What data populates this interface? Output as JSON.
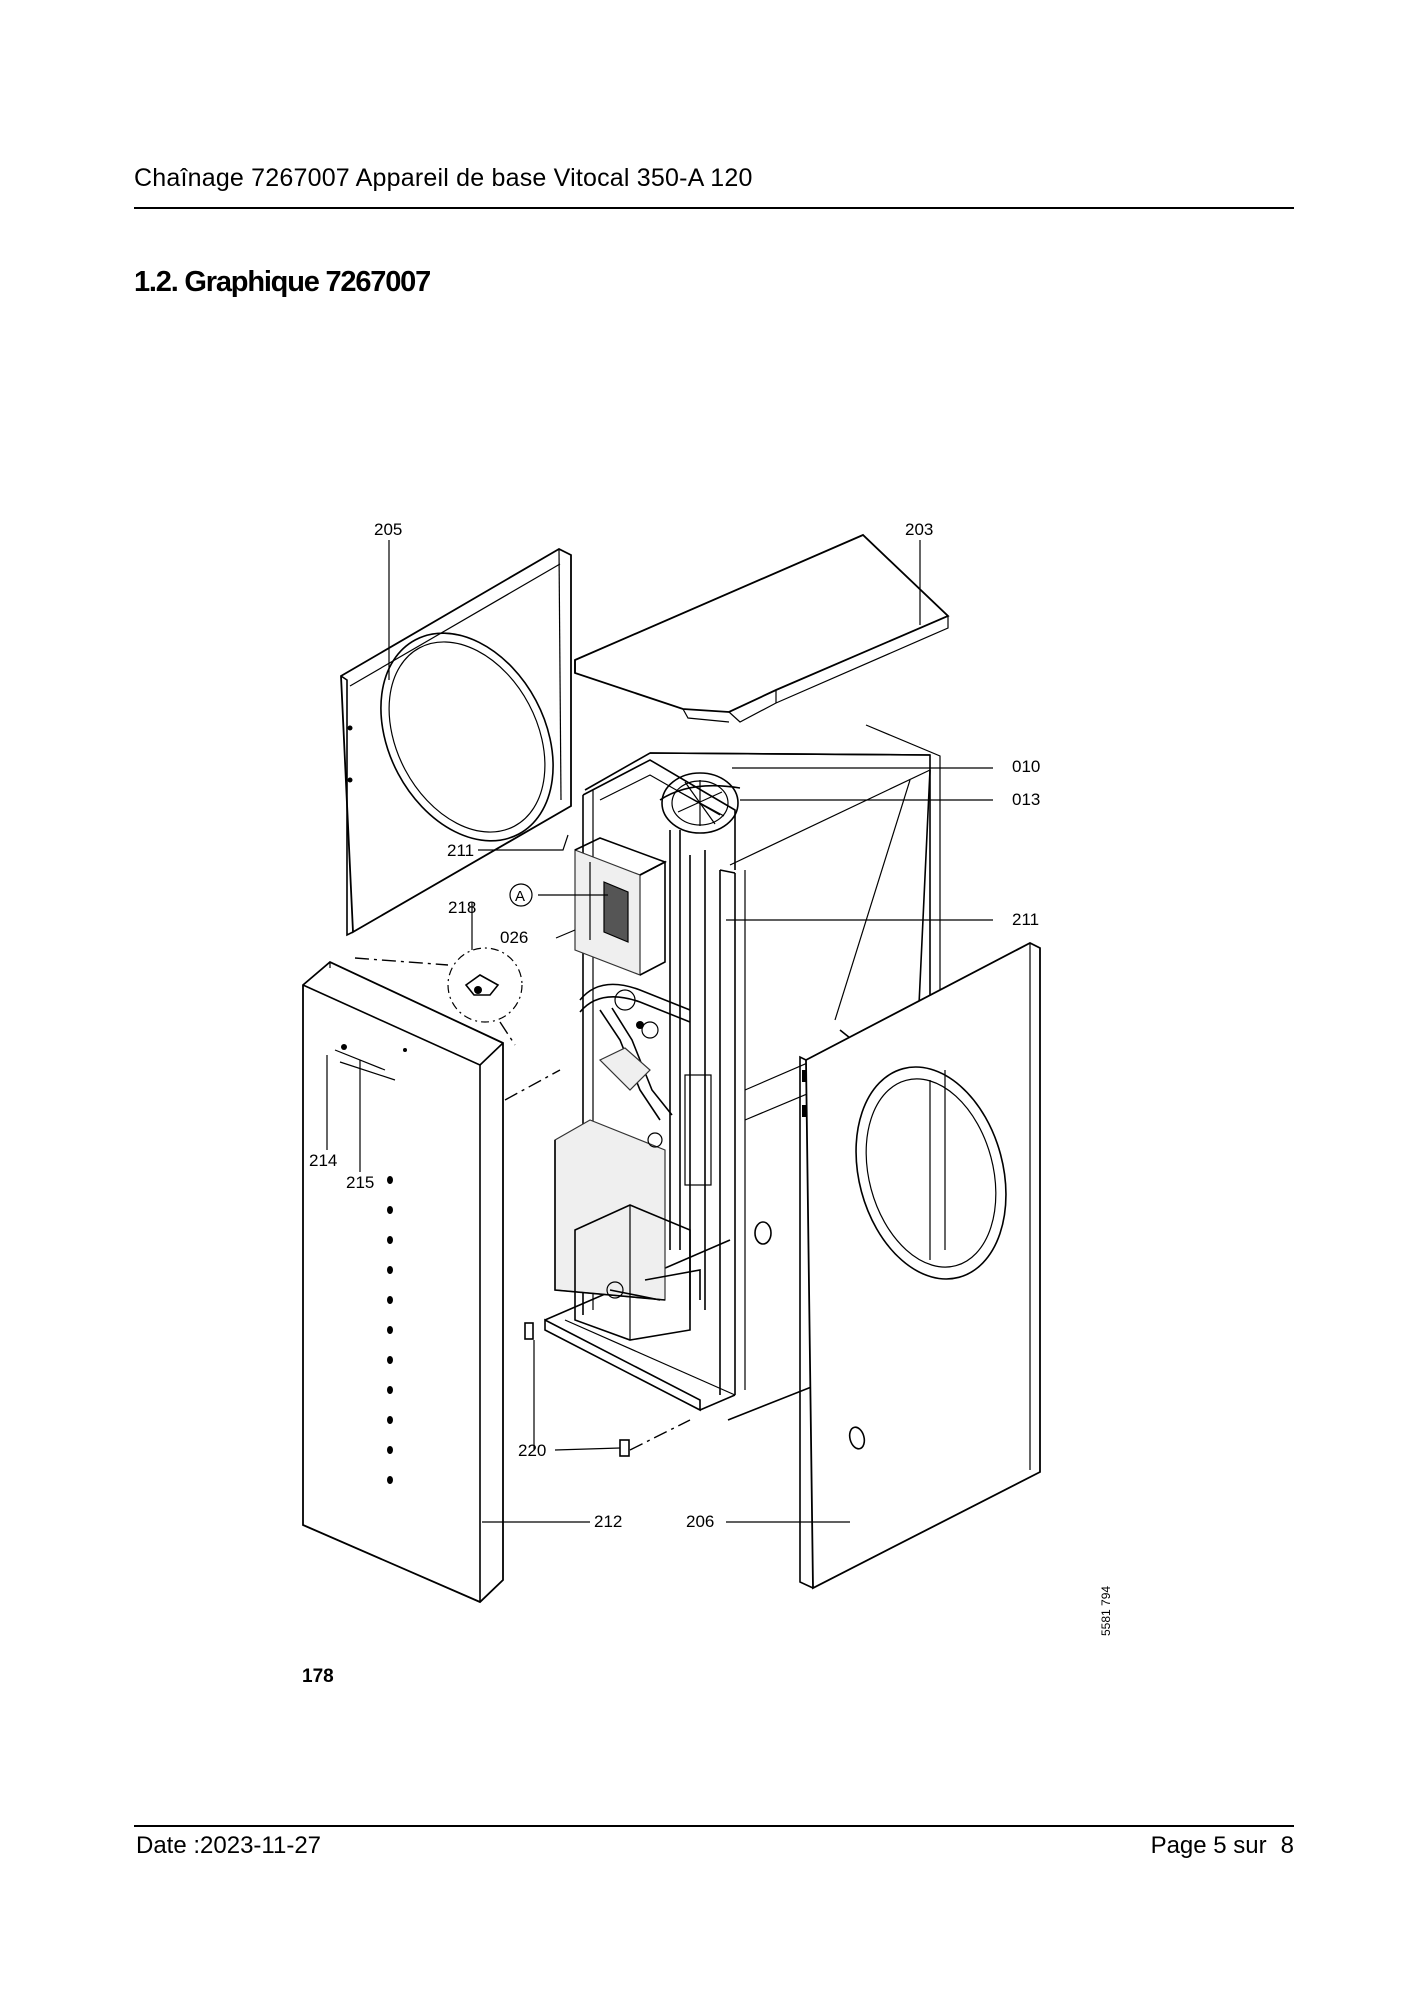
{
  "header": {
    "title": "Chaînage 7267007 Appareil de base Vitocal 350-A 120"
  },
  "section": {
    "title": "1.2. Graphique 7267007"
  },
  "figure": {
    "callouts": {
      "c205": "205",
      "c203": "203",
      "c010": "010",
      "c013": "013",
      "c211a": "211",
      "c211b": "211",
      "cA": "A",
      "c218": "218",
      "c026": "026",
      "c214": "214",
      "c215": "215",
      "c220": "220",
      "c212": "212",
      "c206": "206"
    },
    "drawing_code": "5581 794",
    "figure_number": "178"
  },
  "footer": {
    "date": "Date :2023-11-27",
    "page_label": "Page 5 sur",
    "page_total": "8"
  }
}
